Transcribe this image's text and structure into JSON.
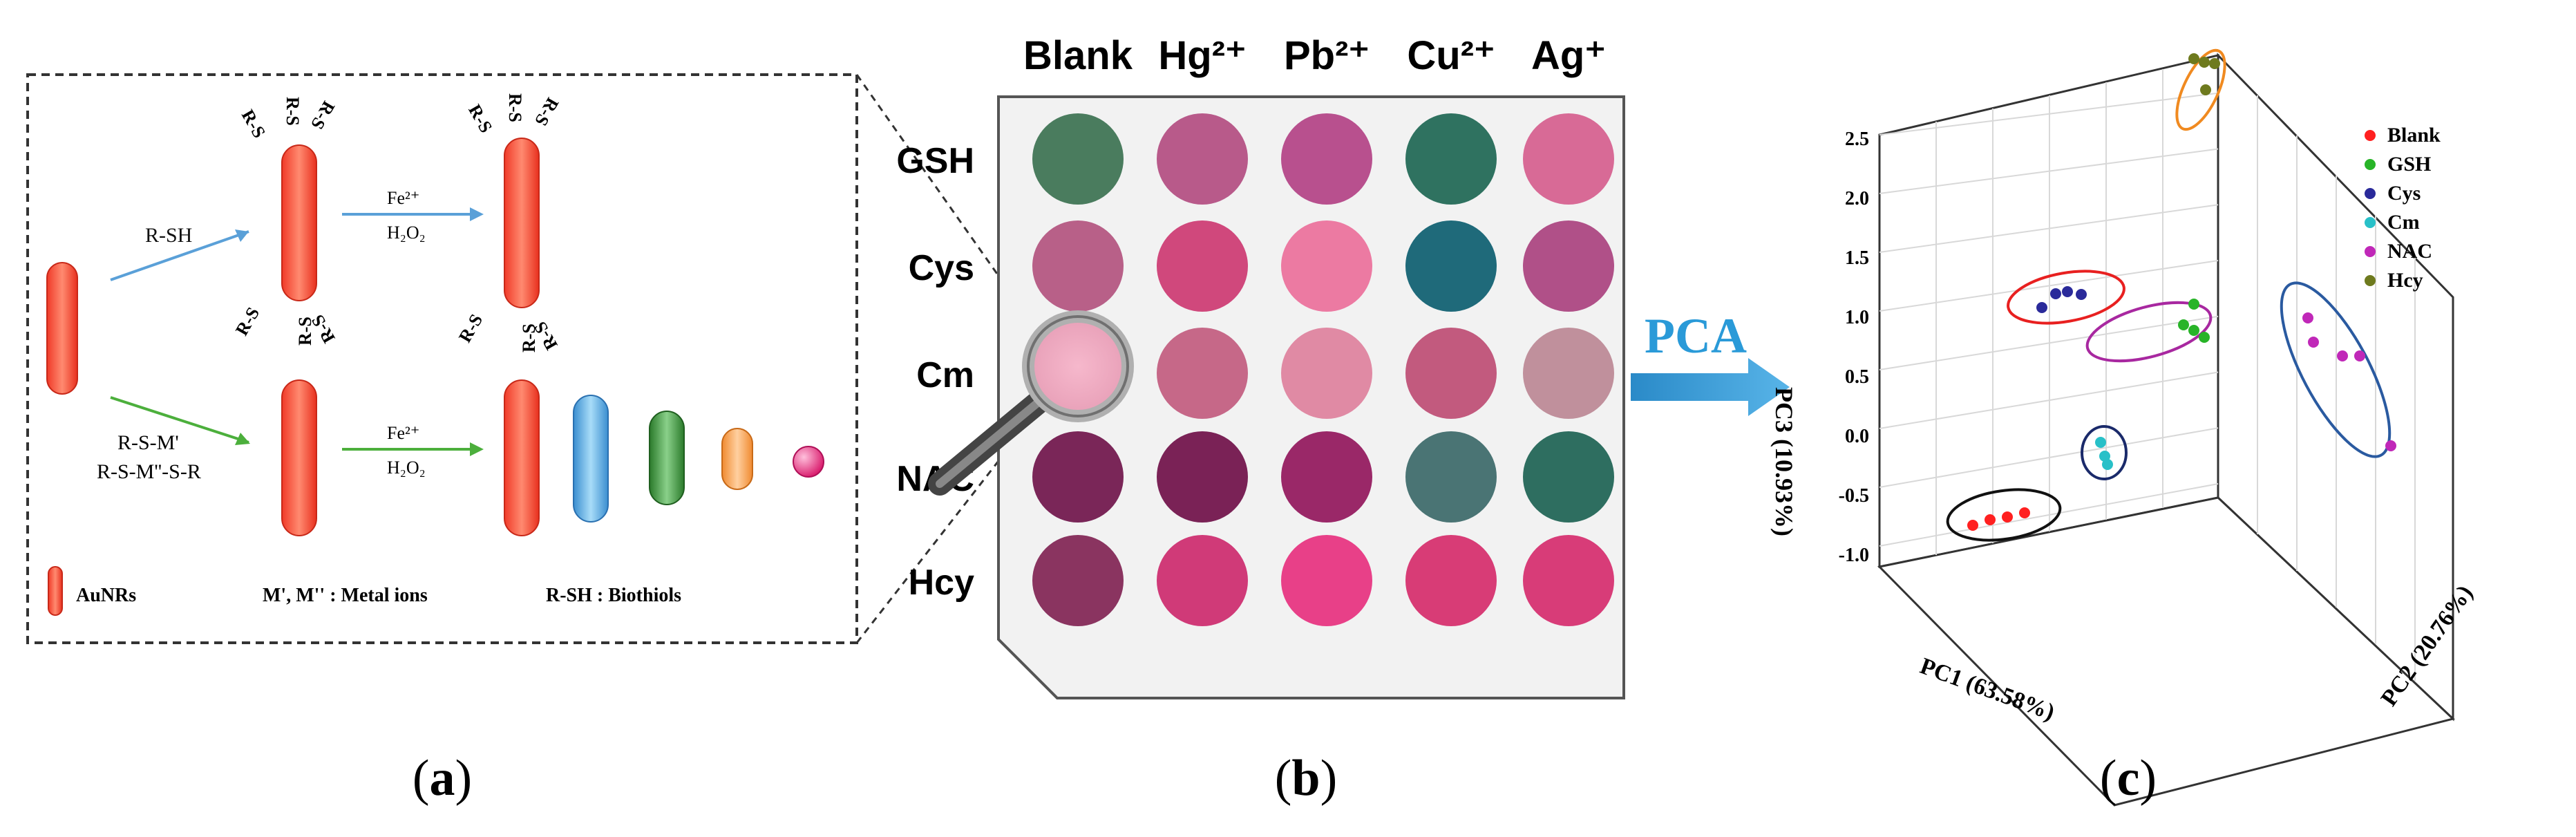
{
  "panel_labels": {
    "a": "a",
    "b": "b",
    "c": "c"
  },
  "panel_a": {
    "reagent_top": "R-SH",
    "reagent_bottom_1": "R-S-M'",
    "reagent_bottom_2": "R-S-M''-S-R",
    "oxidant_ion": "Fe²⁺",
    "oxidant_peroxide": "H₂O₂",
    "thiol_label": "R-S",
    "legend_aunrs": "AuNRs",
    "legend_metal": "M', M'' : Metal ions",
    "legend_biothiols": "R-SH : Biothiols",
    "colors": {
      "rod": "#f25a3c",
      "blue_arrow": "#5aa0d8",
      "green_arrow": "#4caf3c",
      "rod_blue": "#5aaee0",
      "rod_green": "#3c8c3c",
      "rod_orange": "#f5a050",
      "sphere": "#e8287a"
    }
  },
  "panel_b": {
    "columns": [
      "Blank",
      "Hg²⁺",
      "Pb²⁺",
      "Cu²⁺",
      "Ag⁺"
    ],
    "rows": [
      "GSH",
      "Cys",
      "Cm",
      "NAC",
      "Hcy"
    ],
    "well_colors": [
      [
        "#4a7c5e",
        "#b85a8a",
        "#b8508e",
        "#2f7260",
        "#d86a96"
      ],
      [
        "#b86088",
        "#d0487c",
        "#ec7aa2",
        "#1f6a7a",
        "#b05088"
      ],
      [
        "#c2688c",
        "#c66888",
        "#e08aa4",
        "#c25a7e",
        "#c0909c"
      ],
      [
        "#7a2658",
        "#7a2256",
        "#9a2868",
        "#4a7474",
        "#2e6e60"
      ],
      [
        "#8a3460",
        "#d03a78",
        "#e84088",
        "#d83c76",
        "#d83c78"
      ]
    ]
  },
  "arrow_label": "PCA",
  "chart_data": {
    "type": "scatter",
    "title": "",
    "xlabel": "PC1 (63.58%)",
    "ylabel": "PC2 (20.76%)",
    "zlabel": "PC3 (10.93%)",
    "z_ticks": [
      "2.5",
      "2.0",
      "1.5",
      "1.0",
      "0.5",
      "0.0",
      "-0.5",
      "-1.0"
    ],
    "legend_position": "top-right",
    "series": [
      {
        "name": "Blank",
        "color": "#ff2020",
        "points": [
          [
            -0.6,
            -1.0,
            -1.0
          ],
          [
            -0.5,
            -0.9,
            -1.05
          ],
          [
            -0.4,
            -1.1,
            -0.95
          ],
          [
            -0.45,
            -0.8,
            -1.0
          ]
        ]
      },
      {
        "name": "GSH",
        "color": "#28b428",
        "points": [
          [
            0.9,
            0.3,
            1.0
          ],
          [
            0.85,
            0.2,
            0.85
          ],
          [
            0.95,
            0.35,
            0.8
          ],
          [
            0.9,
            0.25,
            0.9
          ]
        ]
      },
      {
        "name": "Cys",
        "color": "#2a2a9a",
        "points": [
          [
            0.2,
            -0.5,
            1.0
          ],
          [
            0.4,
            -0.4,
            1.1
          ],
          [
            0.45,
            -0.35,
            1.1
          ],
          [
            0.5,
            -0.4,
            1.05
          ]
        ]
      },
      {
        "name": "Cm",
        "color": "#28c0c8",
        "points": [
          [
            0.3,
            -0.8,
            -0.2
          ],
          [
            0.32,
            -0.7,
            -0.3
          ],
          [
            0.34,
            -0.75,
            -0.4
          ]
        ]
      },
      {
        "name": "NAC",
        "color": "#c028b8",
        "points": [
          [
            1.3,
            1.2,
            0.6
          ],
          [
            1.4,
            1.3,
            0.5
          ],
          [
            1.5,
            1.4,
            0.3
          ],
          [
            1.6,
            1.3,
            0.3
          ],
          [
            1.8,
            1.6,
            -0.6
          ]
        ]
      },
      {
        "name": "Hcy",
        "color": "#6e7a1e",
        "points": [
          [
            -0.2,
            1.4,
            2.4
          ],
          [
            0.0,
            1.5,
            2.5
          ],
          [
            0.1,
            1.5,
            2.45
          ],
          [
            0.0,
            1.4,
            2.2
          ]
        ]
      }
    ]
  }
}
